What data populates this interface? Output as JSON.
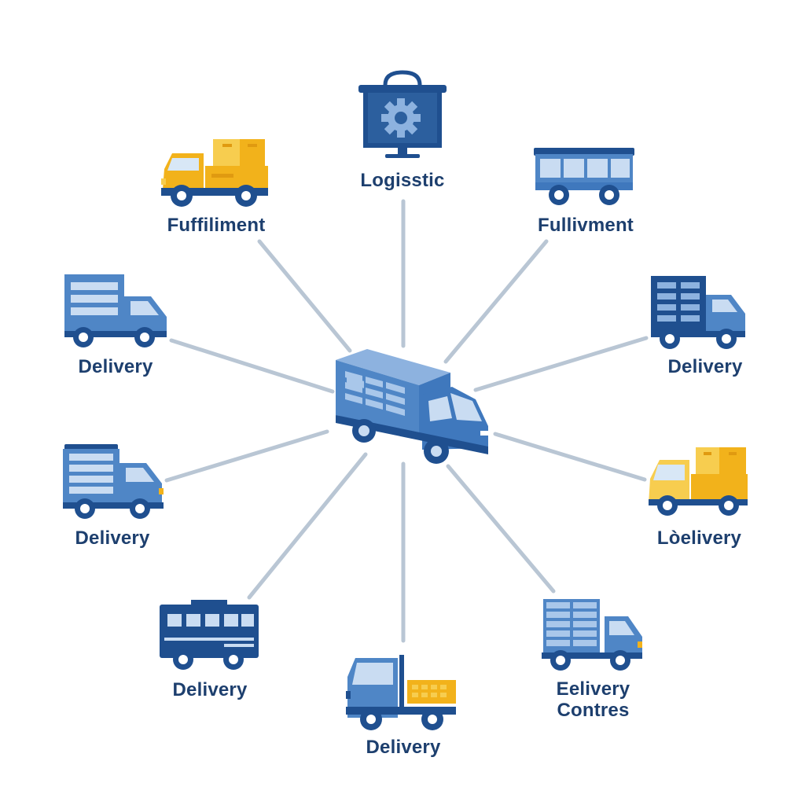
{
  "hub": {
    "icon": "box-truck-icon",
    "colors": {
      "body": "#4f86c6",
      "top": "#8db2df",
      "dark": "#1f4f8f",
      "cab": "#3f78bd",
      "window": "#c9dcf2"
    }
  },
  "spokes": [
    {
      "id": "logistic",
      "label": "Logisstic",
      "icon": "monitor-gear-icon",
      "color": "#1f4f8f"
    },
    {
      "id": "fulfillment-left",
      "label": "Fuffiliment",
      "icon": "cargo-truck-icon",
      "color": "#f2b21b"
    },
    {
      "id": "fullivment-right",
      "label": "Fullivment",
      "icon": "bus-icon",
      "color": "#4f86c6"
    },
    {
      "id": "delivery-left-upper",
      "label": "Delivery",
      "icon": "delivery-truck-icon",
      "color": "#4f86c6"
    },
    {
      "id": "delivery-right-upper",
      "label": "Delivery",
      "icon": "delivery-truck-icon",
      "color": "#1f4f8f"
    },
    {
      "id": "delivery-left-lower",
      "label": "Delivery",
      "icon": "delivery-truck-icon",
      "color": "#4f86c6"
    },
    {
      "id": "delivery-right-lower",
      "label": "Lòelivery",
      "icon": "cargo-truck-icon",
      "color": "#f2b21b"
    },
    {
      "id": "delivery-bottom-left",
      "label": "Delivery",
      "icon": "bus-icon",
      "color": "#1f4f8f"
    },
    {
      "id": "delivery-bottom-center",
      "label": "Delivery",
      "icon": "flatbed-truck-icon",
      "color": "#4f86c6"
    },
    {
      "id": "delivery-centres",
      "label_lines": [
        "Eelivery",
        "Contres"
      ],
      "icon": "container-truck-icon",
      "color": "#4f86c6"
    }
  ],
  "colors": {
    "connector": "#b9c6d4",
    "label": "#1d3f6e",
    "blue_dark": "#1f4f8f",
    "blue_mid": "#4f86c6",
    "blue_light": "#c9dcf2",
    "yellow": "#f2b21b",
    "yellow_light": "#f7cd4f"
  }
}
